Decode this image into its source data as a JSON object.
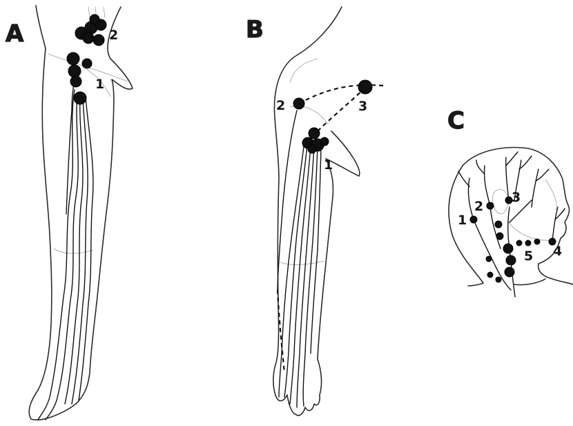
{
  "panels": {
    "A": {
      "letter": "A",
      "labels": [
        "1",
        "2"
      ]
    },
    "B": {
      "letter": "B",
      "labels": [
        "1",
        "2",
        "3"
      ]
    },
    "C": {
      "letter": "C",
      "labels": [
        "1",
        "2",
        "3",
        "4",
        "5"
      ]
    }
  },
  "colors": {
    "ink": "#111111",
    "outline": "#2a2a2a",
    "paper": "#ffffff"
  }
}
